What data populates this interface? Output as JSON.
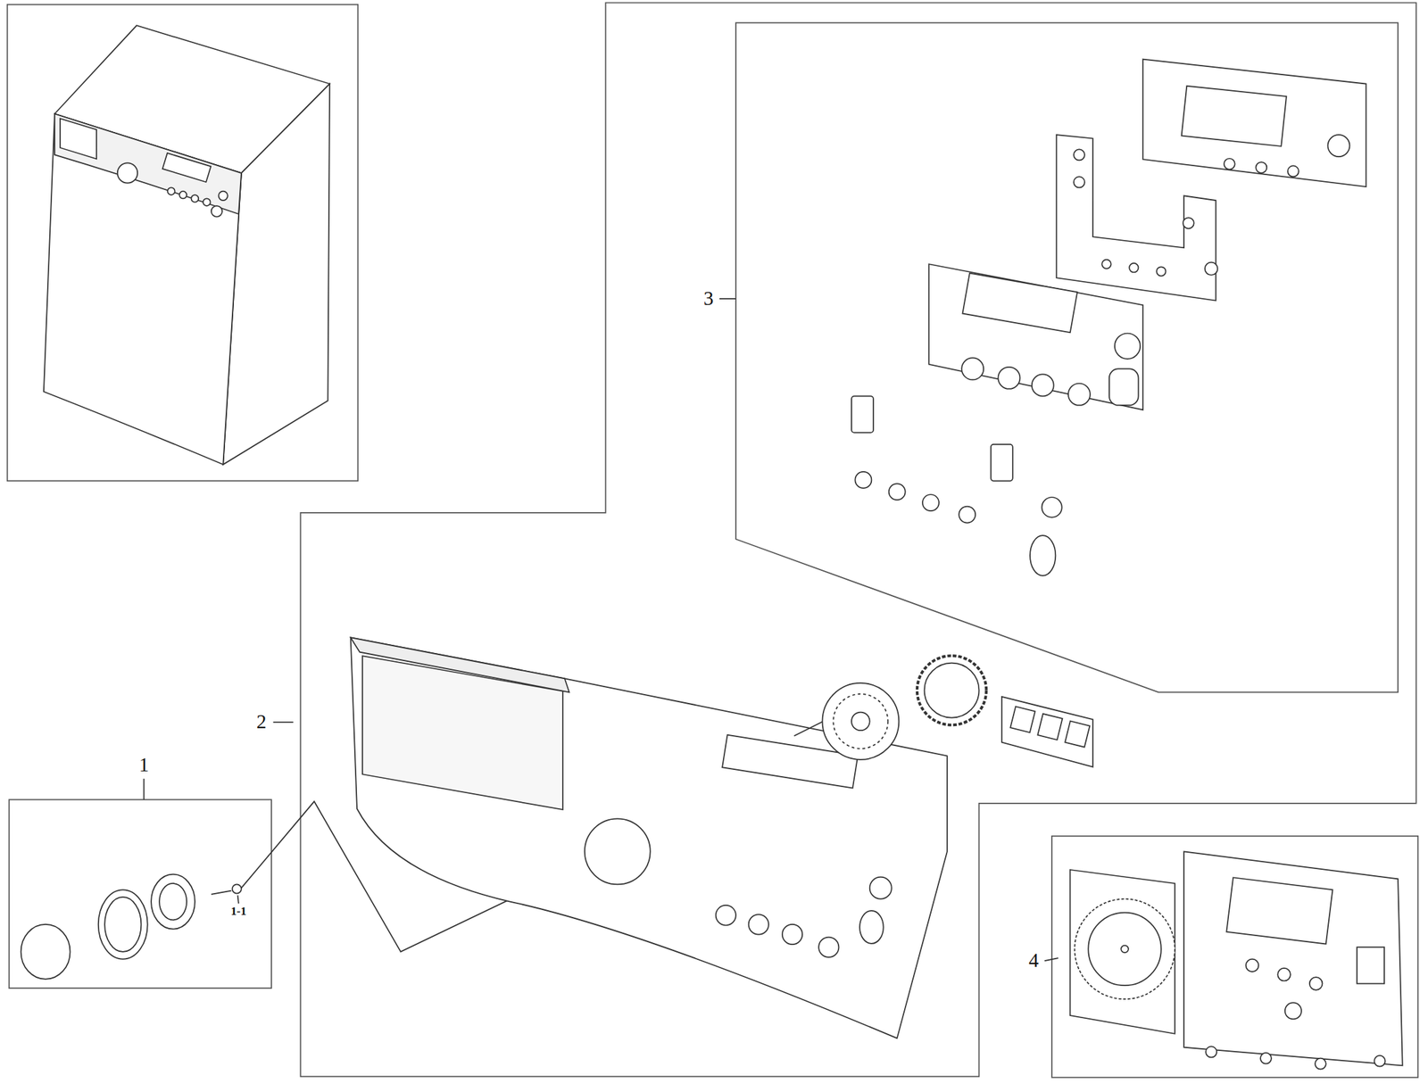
{
  "diagram": {
    "labels": [
      "1",
      "1-1",
      "2",
      "3",
      "4"
    ]
  }
}
